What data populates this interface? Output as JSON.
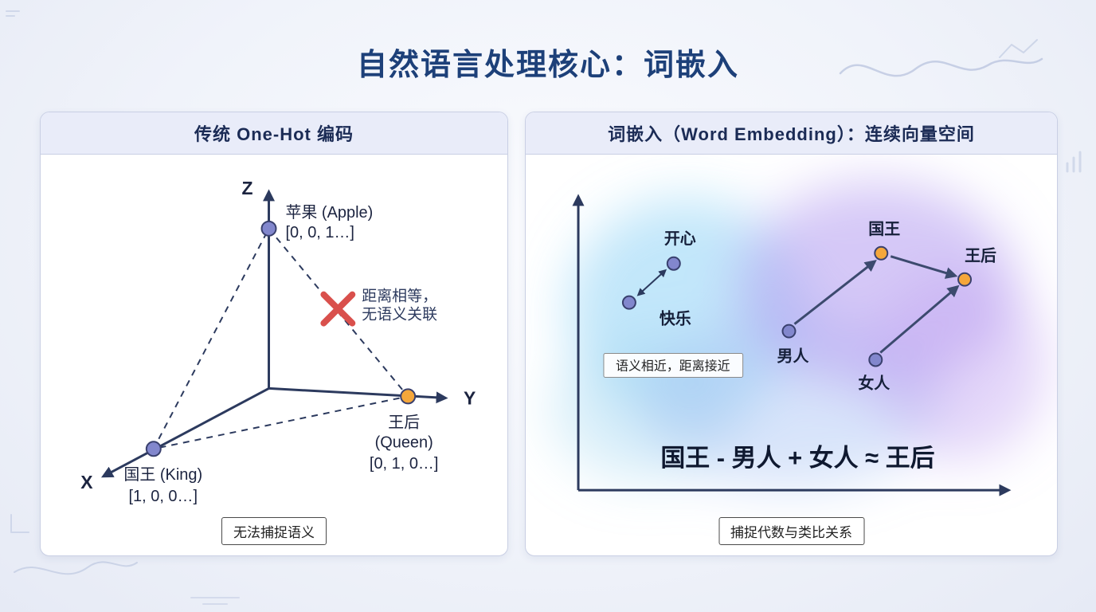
{
  "page": {
    "title": "自然语言处理核心：词嵌入"
  },
  "left_panel": {
    "header": "传统 One-Hot 编码",
    "axis_labels": {
      "x": "X",
      "y": "Y",
      "z": "Z"
    },
    "apple": {
      "name": "苹果 (Apple)",
      "vector": "[0, 0, 1…]"
    },
    "queen": {
      "name": "王后",
      "name_en": "(Queen)",
      "vector": "[0, 1, 0…]"
    },
    "king": {
      "name": "国王 (King)",
      "vector": "[1, 0, 0…]"
    },
    "annotation_line1": "距离相等，",
    "annotation_line2": "无语义关联",
    "badge": "无法捕捉语义"
  },
  "right_panel": {
    "header": "词嵌入（Word Embedding）：连续向量空间",
    "labels": {
      "happy": "开心",
      "joyful": "快乐",
      "man": "男人",
      "king": "国王",
      "queen": "王后",
      "woman": "女人"
    },
    "note": "语义相近，距离接近",
    "equation": "国王 - 男人 + 女人 ≈ 王后",
    "badge": "捕捉代数与类比关系"
  },
  "colors": {
    "title": "#1d4079",
    "header_bg": "#e9ecf9",
    "line": "#2c3a5e",
    "purple_point": "#8287cd",
    "orange_point": "#f5a73b",
    "cross_red": "#d9504c",
    "blob_blue": "#8fd4f5",
    "blob_purple": "#b29bf0"
  }
}
